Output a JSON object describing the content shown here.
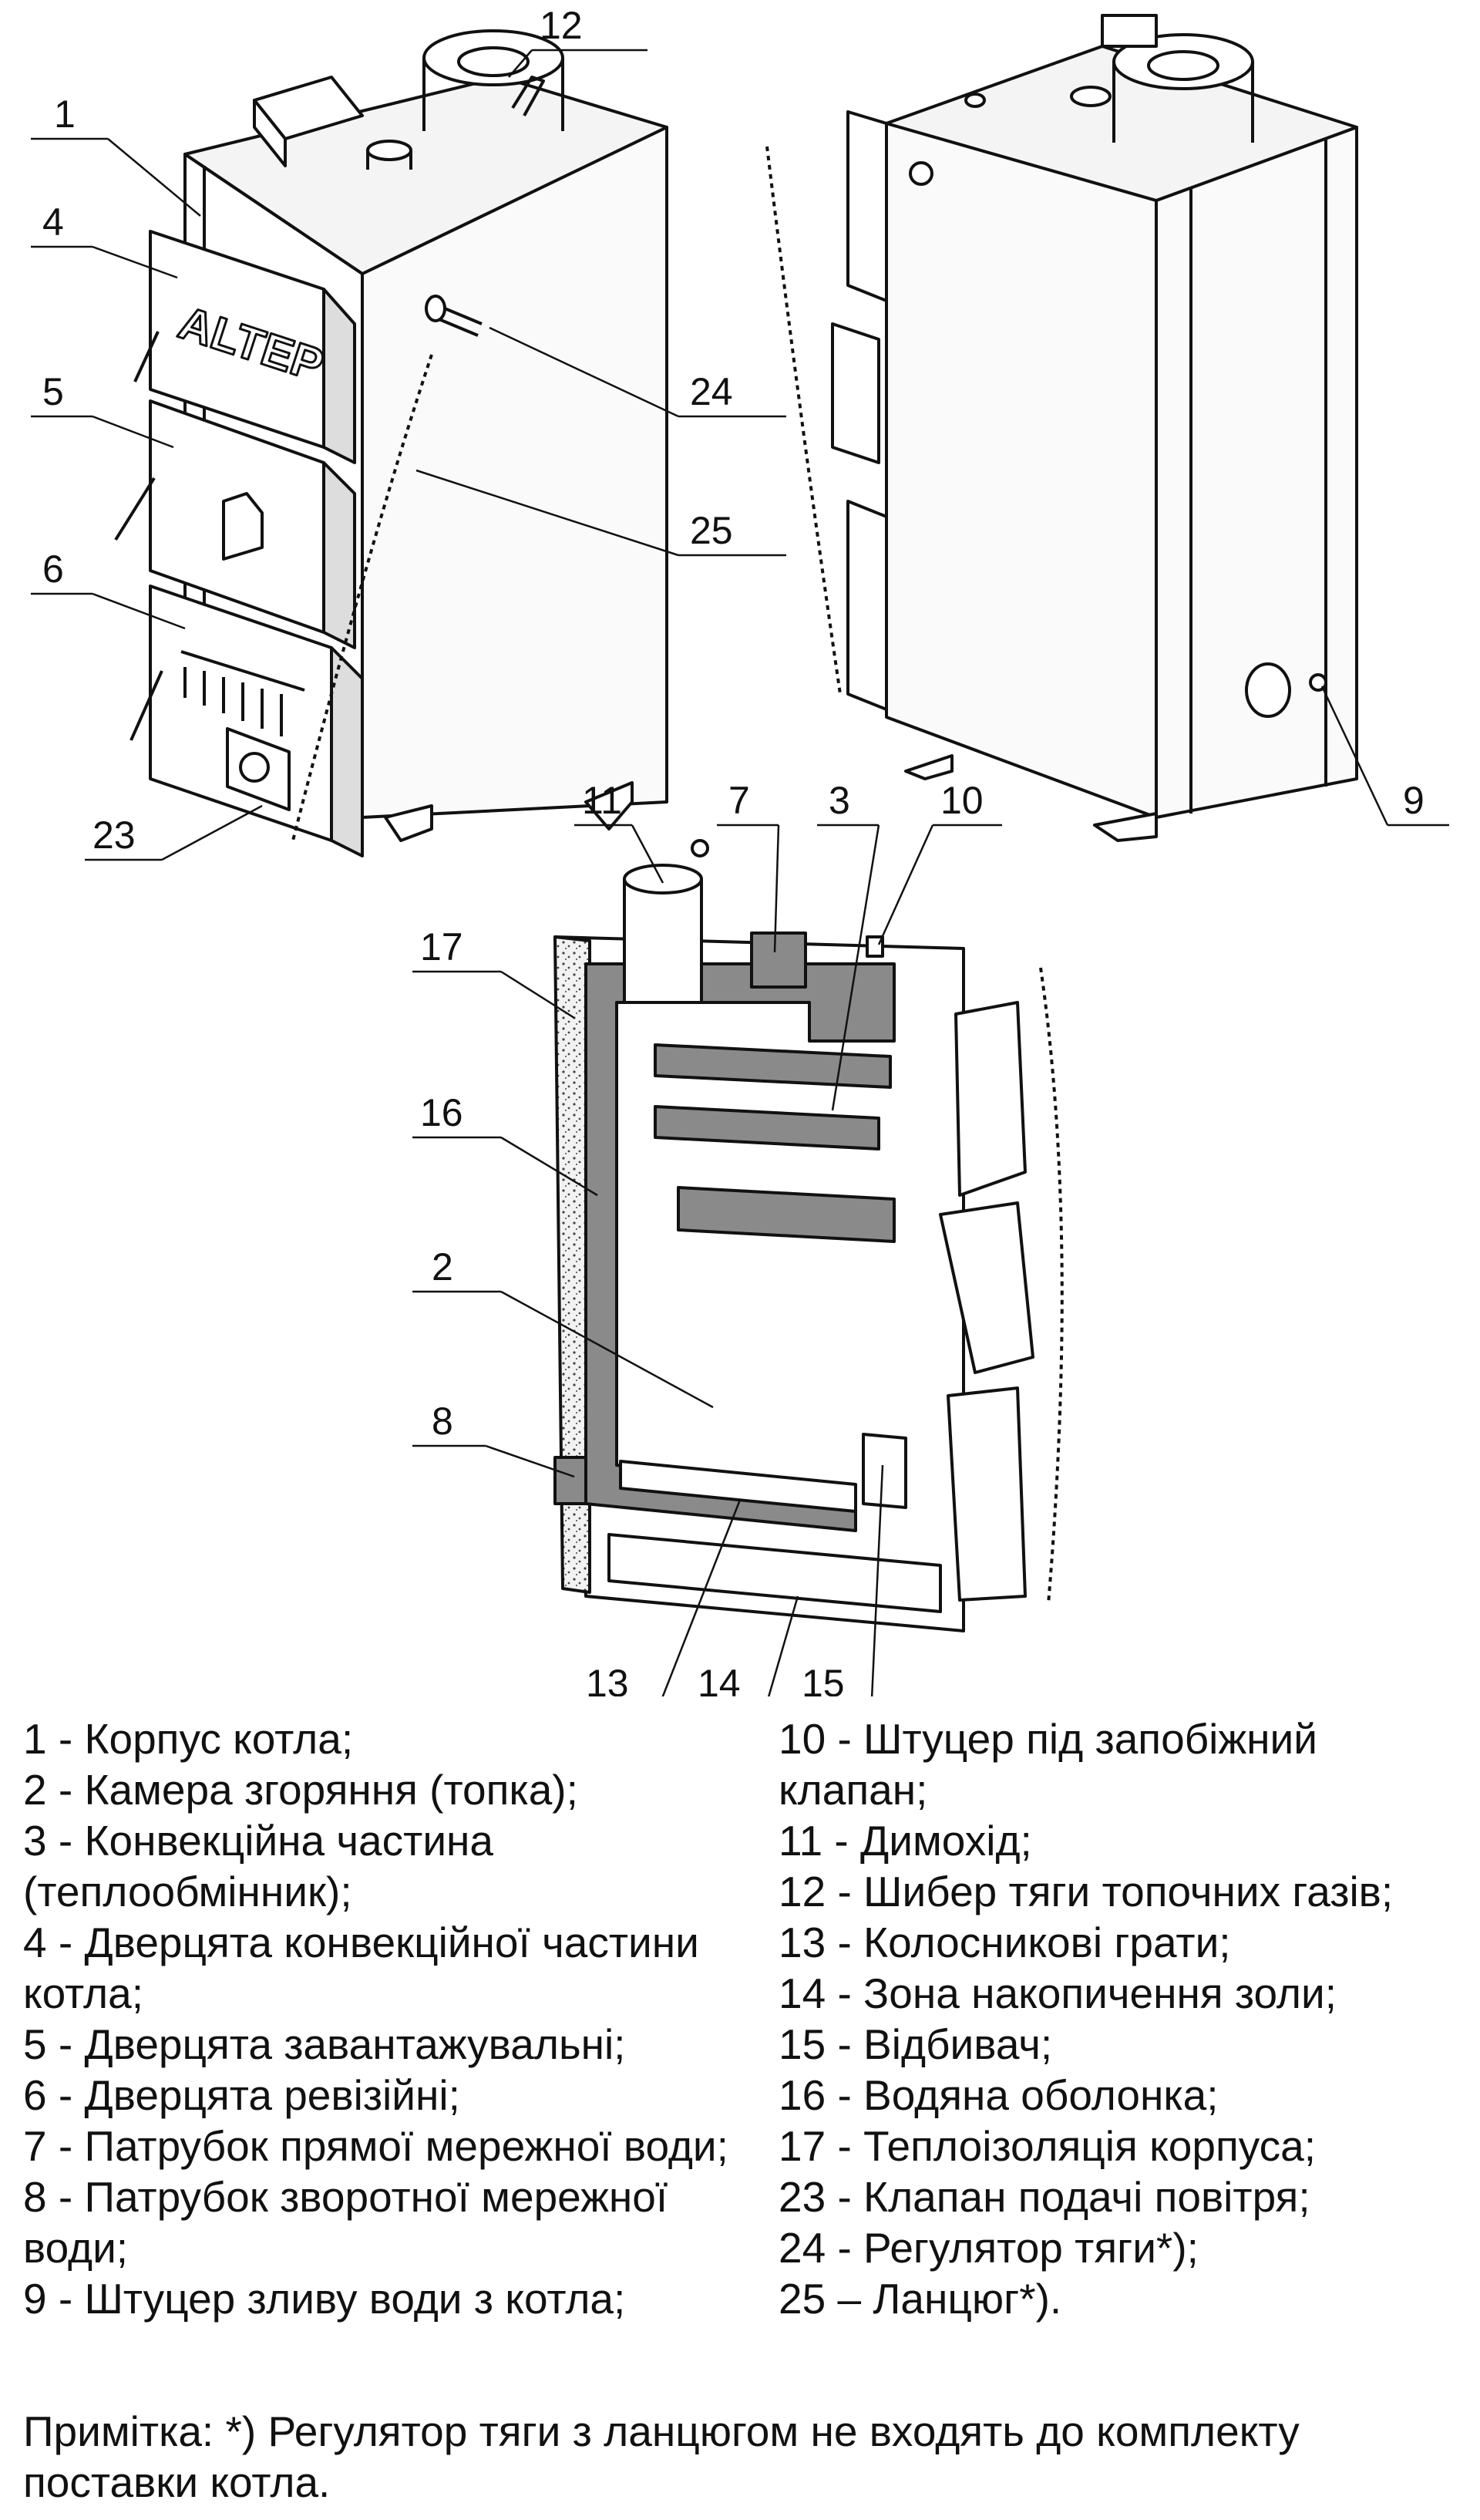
{
  "callouts": {
    "c1": "1",
    "c4": "4",
    "c5": "5",
    "c6": "6",
    "c23": "23",
    "c12": "12",
    "c24": "24",
    "c25": "25",
    "c9": "9",
    "c11": "11",
    "c7": "7",
    "c3": "3",
    "c10": "10",
    "c17": "17",
    "c16": "16",
    "c2": "2",
    "c8": "8",
    "c13": "13",
    "c14": "14",
    "c15": "15"
  },
  "logo_text": "ALTEP",
  "legend": {
    "left": [
      "1 - Корпус котла;",
      "2 - Камера згоряння (топка);",
      "3 - Конвекційна частина (теплообмінник);",
      "4 - Дверцята конвекційної частини котла;",
      "5 - Дверцята завантажувальні;",
      "6 - Дверцята ревізійні;",
      "7 - Патрубок прямої мережної води;",
      "8 - Патрубок зворотної мережної води;",
      "9 - Штуцер зливу води з котла;"
    ],
    "right": [
      "10 - Штуцер під запобіжний клапан;",
      "11 - Димохід;",
      "12 - Шибер тяги топочних газів;",
      "13 - Колосникові грати;",
      "14 - Зона накопичення золи;",
      "15 - Відбивач;",
      "16 - Водяна оболонка;",
      "17 - Теплоізоляція корпуса;",
      "23 - Клапан подачі повітря;",
      "24 - Регулятор тяги*);",
      "25 – Ланцюг*)."
    ]
  },
  "note": "Примітка: *) Регулятор тяги з ланцюгом не входять до комплекту поставки котла."
}
